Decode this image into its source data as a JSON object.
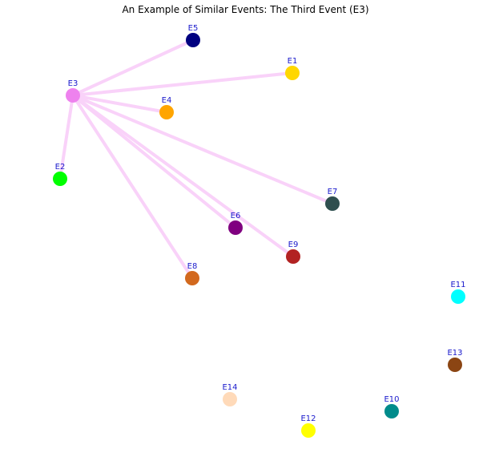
{
  "title": "An Example of Similar Events: The Third Event (E3)",
  "colors": {
    "edge": "#f9d2f9",
    "label": "#1a1acc"
  },
  "nodes": [
    {
      "id": "E1",
      "label": "E1",
      "color": "#ffd700"
    },
    {
      "id": "E2",
      "label": "E2",
      "color": "#00ff00"
    },
    {
      "id": "E3",
      "label": "E3",
      "color": "#ee82ee"
    },
    {
      "id": "E4",
      "label": "E4",
      "color": "#ffa500"
    },
    {
      "id": "E5",
      "label": "E5",
      "color": "#000080"
    },
    {
      "id": "E6",
      "label": "E6",
      "color": "#800080"
    },
    {
      "id": "E7",
      "label": "E7",
      "color": "#2f4f4f"
    },
    {
      "id": "E8",
      "label": "E8",
      "color": "#d2691e"
    },
    {
      "id": "E9",
      "label": "E9",
      "color": "#b22222"
    },
    {
      "id": "E10",
      "label": "E10",
      "color": "#008b8b"
    },
    {
      "id": "E11",
      "label": "E11",
      "color": "#00ffff"
    },
    {
      "id": "E12",
      "label": "E12",
      "color": "#ffff00"
    },
    {
      "id": "E13",
      "label": "E13",
      "color": "#8b4513"
    },
    {
      "id": "E14",
      "label": "E14",
      "color": "#ffdab9"
    }
  ],
  "edges": [
    [
      "E3",
      "E5"
    ],
    [
      "E3",
      "E1"
    ],
    [
      "E3",
      "E4"
    ],
    [
      "E3",
      "E2"
    ],
    [
      "E3",
      "E7"
    ],
    [
      "E3",
      "E6"
    ],
    [
      "E3",
      "E9"
    ],
    [
      "E3",
      "E8"
    ]
  ]
}
